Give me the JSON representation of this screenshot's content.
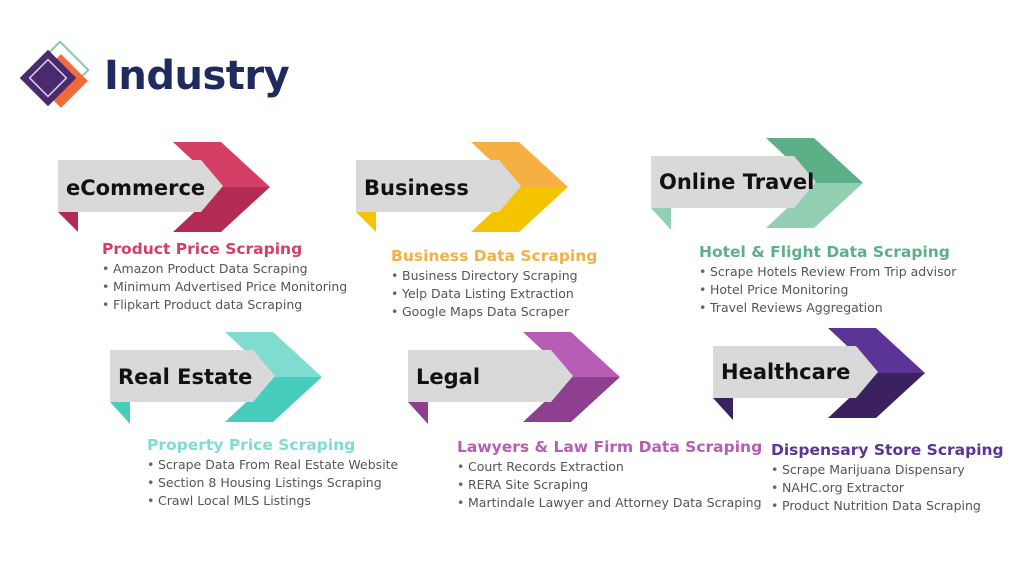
{
  "page": {
    "title": "Industry"
  },
  "industries": [
    {
      "name": "eCommerce",
      "color": "#d63f65",
      "color_dark": "#b32a55",
      "category": "Product Price Scraping",
      "items": [
        "Amazon Product Data Scraping",
        "Minimum Advertised Price Monitoring",
        "Flipkart Product data Scraping"
      ]
    },
    {
      "name": "Business",
      "color": "#f5b041",
      "color_dark": "#f5c400",
      "category": "Business Data Scraping",
      "items": [
        "Business Directory Scraping",
        "Yelp Data Listing Extraction",
        "Google Maps Data Scraper"
      ]
    },
    {
      "name": "Online Travel",
      "color": "#5bb088",
      "color_dark": "#93cfb3",
      "category": "Hotel & Flight Data Scraping",
      "items": [
        "Scrape Hotels Review From Trip advisor",
        "Hotel Price Monitoring",
        "Travel Reviews Aggregation"
      ]
    },
    {
      "name": "Real Estate",
      "color": "#7fdccf",
      "color_dark": "#48ccbb",
      "category": "Property Price Scraping",
      "items": [
        "Scrape Data From Real Estate Website",
        "Section 8 Housing Listings Scraping",
        "Crawl Local MLS Listings"
      ]
    },
    {
      "name": "Legal",
      "color": "#b75db5",
      "color_dark": "#8e3f90",
      "category": "Lawyers & Law Firm Data Scraping",
      "items": [
        "Court Records Extraction",
        "RERA Site Scraping",
        "Martindale Lawyer and Attorney Data Scraping"
      ]
    },
    {
      "name": "Healthcare",
      "color": "#5b3496",
      "color_dark": "#3b215f",
      "category": "Dispensary Store Scraping",
      "items": [
        "Scrape Marijuana Dispensary",
        "NAHC.org Extractor",
        "Product Nutrition Data Scraping"
      ]
    }
  ]
}
